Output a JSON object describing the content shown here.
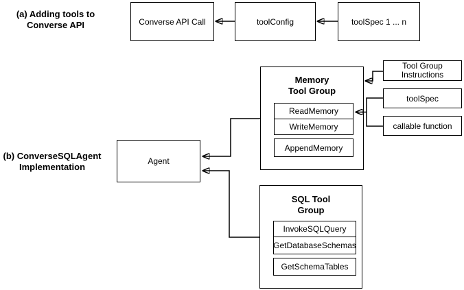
{
  "sections": {
    "a_label": "(a) Adding tools to\nConverse API",
    "b_label": "(b) ConverseSQLAgent\nImplementation"
  },
  "flow_a": {
    "converse_api_call": "Converse API Call",
    "tool_config": "toolConfig",
    "tool_spec_n": "toolSpec 1 ... n"
  },
  "flow_b": {
    "agent": "Agent",
    "memory_group": {
      "title": "Memory\nTool Group",
      "tools": [
        "ReadMemory",
        "WriteMemory",
        "AppendMemory"
      ]
    },
    "sql_group": {
      "title": "SQL Tool\nGroup",
      "tools": [
        "InvokeSQLQuery",
        "GetDatabaseSchemas",
        "GetSchemaTables"
      ]
    },
    "tool_group_instructions": "Tool Group\nInstructions",
    "tool_spec": "toolSpec",
    "callable_function": "callable function"
  },
  "colors": {
    "stroke": "#000000",
    "background": "#ffffff",
    "text": "#000000"
  }
}
